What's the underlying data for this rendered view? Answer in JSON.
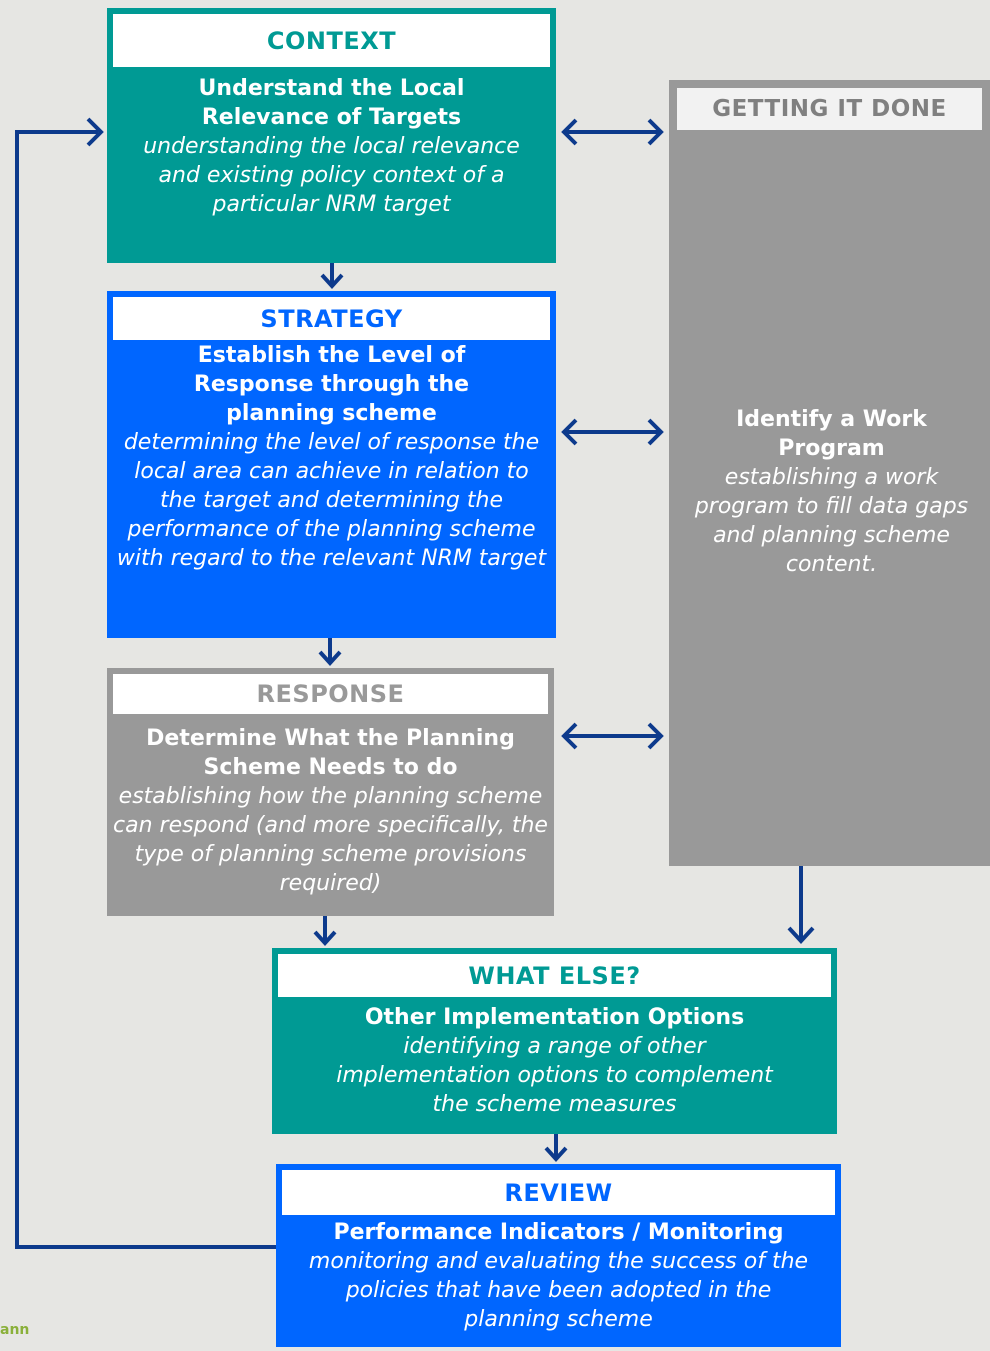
{
  "context": {
    "heading": "CONTEXT",
    "title": "Understand the Local Relevance of Targets",
    "desc": "understanding the local relevance and existing policy context of a particular NRM target"
  },
  "strategy": {
    "heading": "STRATEGY",
    "title": "Establish the Level of Response through the planning scheme",
    "desc": "determining the level of response the local area can achieve in relation to the target and determining the performance of the planning scheme with regard to the relevant NRM target"
  },
  "response": {
    "heading": "RESPONSE",
    "title": "Determine What the Planning Scheme Needs to do",
    "desc": "establishing how the planning scheme can respond (and more specifically, the type of planning scheme provisions required)"
  },
  "getting_done": {
    "heading": "GETTING IT DONE",
    "title": "Identify a Work Program",
    "desc": "establishing a work program to fill data gaps and planning scheme content."
  },
  "what_else": {
    "heading": "WHAT ELSE?",
    "title": "Other Implementation Options",
    "desc": "identifying a range of other implementation options to complement the scheme measures"
  },
  "review": {
    "heading": "REVIEW",
    "title": "Performance Indicators / Monitoring",
    "desc": "monitoring and evaluating the success of the policies that have been adopted in the planning scheme"
  },
  "logo": {
    "text": "ann"
  },
  "colors": {
    "teal": "#009a94",
    "blue": "#0066ff",
    "grey": "#999999",
    "arrow": "#0d3a8c"
  }
}
